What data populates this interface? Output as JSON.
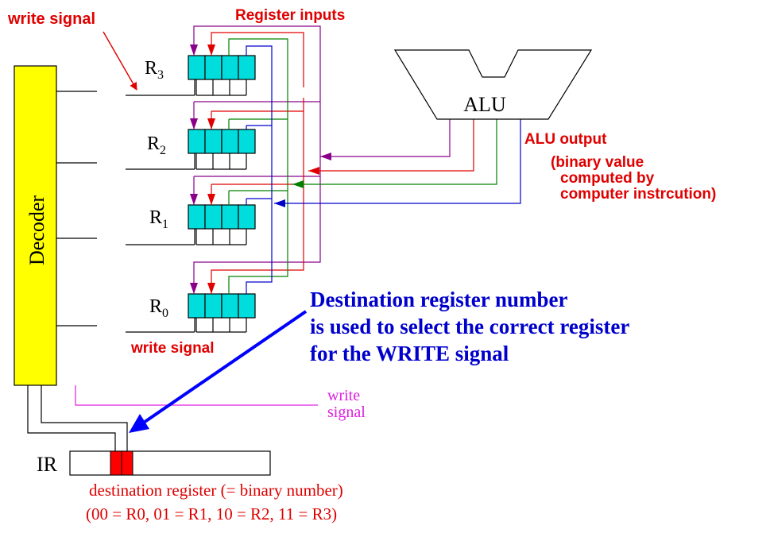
{
  "labels": {
    "write_signal_top": "write signal",
    "register_inputs": "Register inputs",
    "decoder": "Decoder",
    "alu": "ALU",
    "alu_output": "ALU output",
    "alu_note_1": "(binary value",
    "alu_note_2": "computed by",
    "alu_note_3": "computer instrcution)",
    "write_signal_bottom": "write signal",
    "callout_1": "Destination register number",
    "callout_2": "is used to select the correct register",
    "callout_3": "for the WRITE signal",
    "write_magenta_1": "write",
    "write_magenta_2": "signal",
    "ir": "IR",
    "dest_note_1": "destination register (= binary number)",
    "dest_note_2": "(00 = R0, 01 = R1, 10 = R2, 11 = R3)"
  },
  "registers": [
    {
      "letter": "R",
      "index": "3"
    },
    {
      "letter": "R",
      "index": "2"
    },
    {
      "letter": "R",
      "index": "1"
    },
    {
      "letter": "R",
      "index": "0"
    }
  ],
  "colors": {
    "red": "#e00000",
    "blue": "#0000cc",
    "purple": "#8b008b",
    "green": "#008000",
    "magenta": "#e020e0",
    "cyan": "#00dddd",
    "yellow": "#ffff00",
    "ir_red": "#ff0000"
  }
}
